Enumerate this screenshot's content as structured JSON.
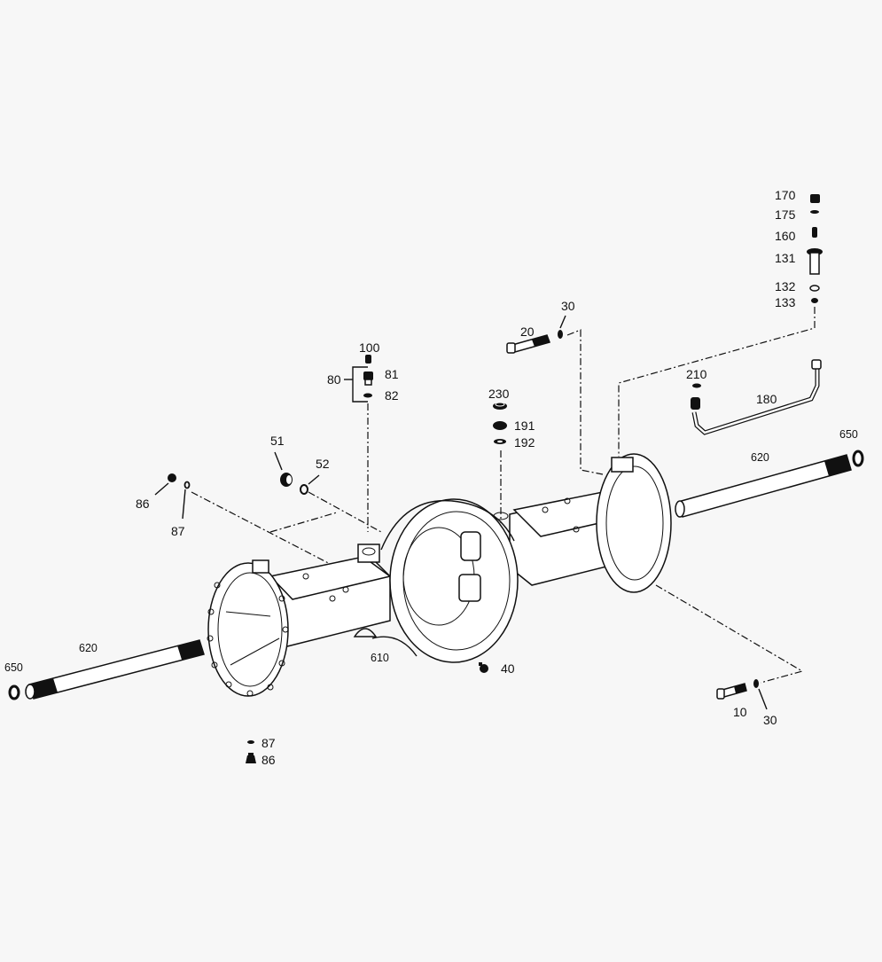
{
  "diagram": {
    "type": "exploded parts diagram",
    "subject": "axle housing assembly",
    "background": "#f7f7f7",
    "line_color": "#111111"
  },
  "callouts": [
    {
      "id": "170",
      "label": "170",
      "part": "plug"
    },
    {
      "id": "175",
      "label": "175",
      "part": "seal ring"
    },
    {
      "id": "160",
      "label": "160",
      "part": "breather valve"
    },
    {
      "id": "131",
      "label": "131",
      "part": "adapter fitting"
    },
    {
      "id": "132",
      "label": "132",
      "part": "o-ring"
    },
    {
      "id": "133",
      "label": "133",
      "part": "washer"
    },
    {
      "id": "30a",
      "label": "30",
      "part": "washer (upper)"
    },
    {
      "id": "20",
      "label": "20",
      "part": "hex bolt (upper)"
    },
    {
      "id": "100",
      "label": "100",
      "part": "screw plug"
    },
    {
      "id": "80",
      "label": "80",
      "part": "plug assembly (group)"
    },
    {
      "id": "81",
      "label": "81",
      "part": "screw plug"
    },
    {
      "id": "82",
      "label": "82",
      "part": "seal ring"
    },
    {
      "id": "230",
      "label": "230",
      "part": "nut"
    },
    {
      "id": "191",
      "label": "191",
      "part": "screw plug"
    },
    {
      "id": "192",
      "label": "192",
      "part": "seal ring"
    },
    {
      "id": "210",
      "label": "210",
      "part": "seal ring"
    },
    {
      "id": "180",
      "label": "180",
      "part": "breather pipe"
    },
    {
      "id": "650a",
      "label": "650",
      "part": "stop washer (right)"
    },
    {
      "id": "620a",
      "label": "620",
      "part": "stud shaft (right)"
    },
    {
      "id": "51",
      "label": "51",
      "part": "plug"
    },
    {
      "id": "52",
      "label": "52",
      "part": "o-ring"
    },
    {
      "id": "86a",
      "label": "86",
      "part": "screw plug (upper)"
    },
    {
      "id": "87a",
      "label": "87",
      "part": "seal ring (upper)"
    },
    {
      "id": "620b",
      "label": "620",
      "part": "stud shaft (left)"
    },
    {
      "id": "650b",
      "label": "650",
      "part": "stop washer (left)"
    },
    {
      "id": "610",
      "label": "610",
      "part": "axle housing"
    },
    {
      "id": "40",
      "label": "40",
      "part": "screw plug"
    },
    {
      "id": "10",
      "label": "10",
      "part": "hex bolt (lower)"
    },
    {
      "id": "30b",
      "label": "30",
      "part": "washer (lower)"
    },
    {
      "id": "87b",
      "label": "87",
      "part": "seal ring (lower)"
    },
    {
      "id": "86b",
      "label": "86",
      "part": "screw plug (lower)"
    }
  ]
}
